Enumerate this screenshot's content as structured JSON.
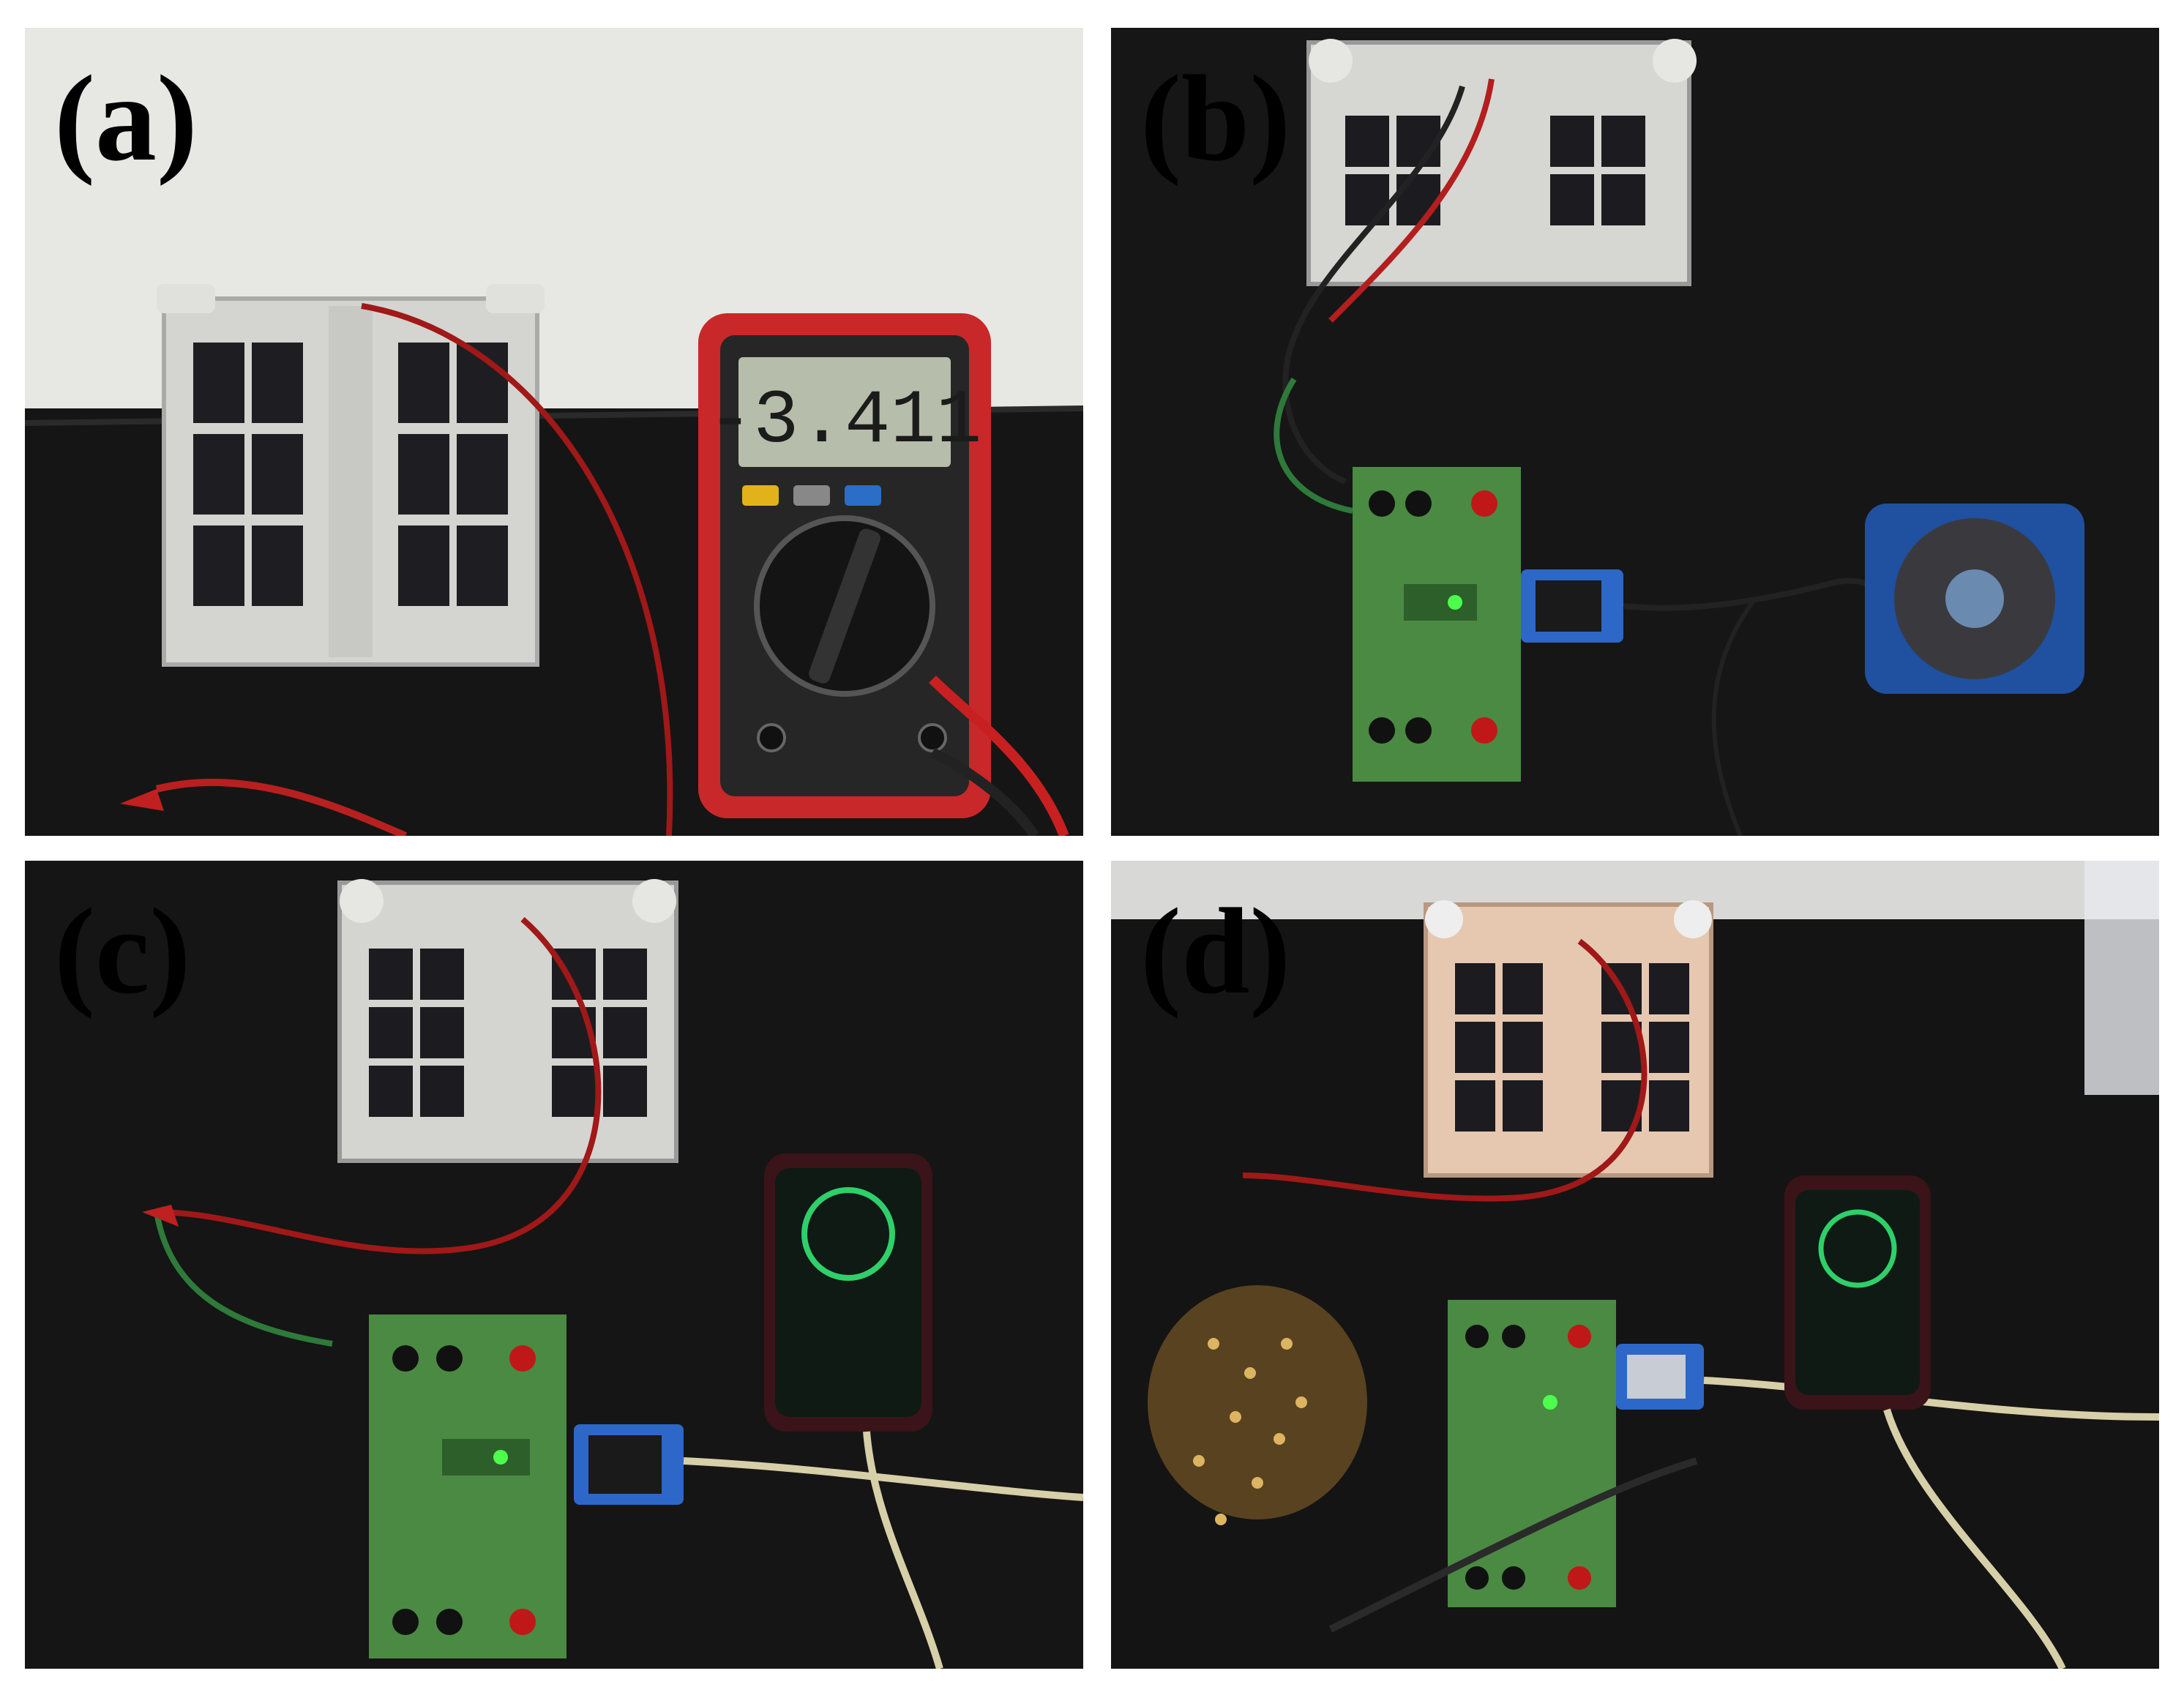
{
  "panels": [
    {
      "label": "(a)",
      "multimeter_reading": "-3.411"
    },
    {
      "label": "(b)"
    },
    {
      "label": "(c)"
    },
    {
      "label": "(d)"
    }
  ],
  "colors": {
    "bench": "#141414",
    "wall": "#e6e6e2",
    "pcb": "#4a8a42",
    "wire_red": "#b41e1e",
    "multimeter_body": "#c8282a",
    "panel_frame": "#d6d6d2"
  }
}
